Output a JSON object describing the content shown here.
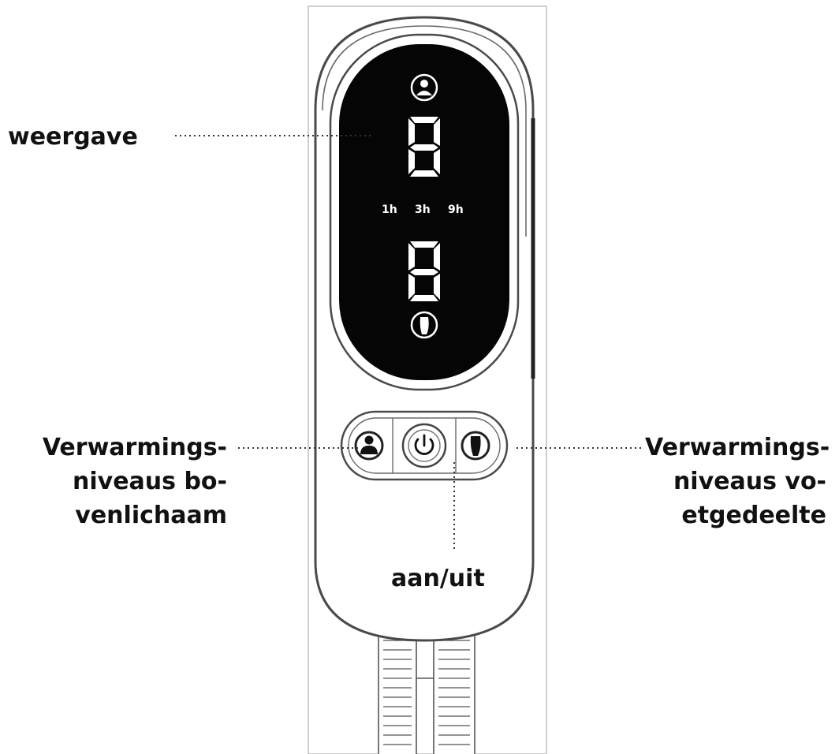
{
  "labels": {
    "display": "weergave",
    "upper_body": [
      "Verwarmings-",
      "niveaus bo-",
      "venlichaam"
    ],
    "power": "aan/uit",
    "foot": [
      "Verwarmings-",
      "niveaus vo-",
      "etgedeelte"
    ]
  },
  "screen": {
    "top_digit": "8",
    "bottom_digit": "8",
    "timers": [
      "1h",
      "3h",
      "9h"
    ]
  },
  "icons": {
    "upper": "person-icon",
    "power": "power-icon",
    "foot": "foot-icon"
  }
}
